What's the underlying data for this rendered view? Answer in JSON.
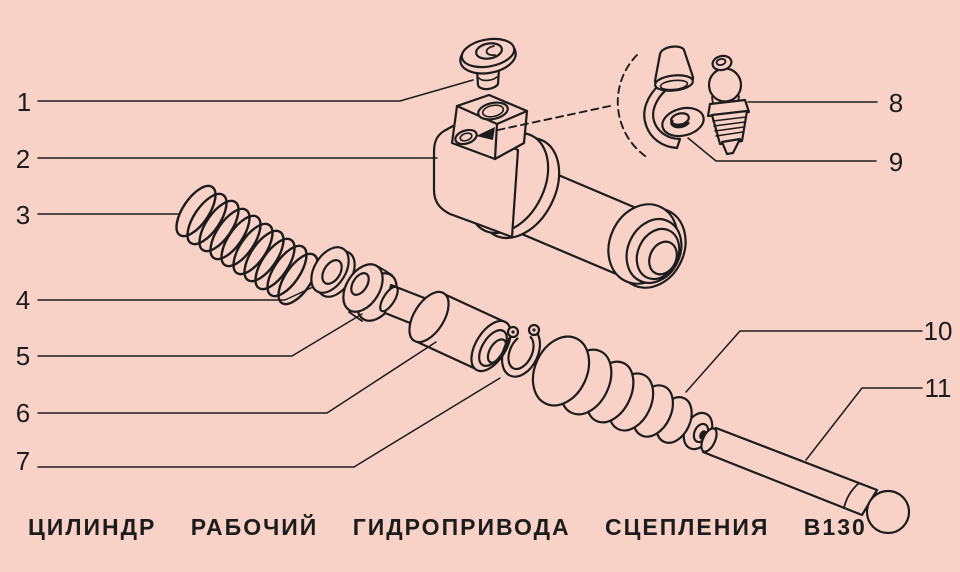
{
  "figure": {
    "caption": "ЦИЛИНДР РАБОЧИЙ ГИДРОПРИВОДА СЦЕПЛЕНИЯ В130",
    "colors": {
      "background": "#f9d2c7",
      "line": "#1c1c1c"
    },
    "callouts": [
      {
        "number": "1"
      },
      {
        "number": "2"
      },
      {
        "number": "3"
      },
      {
        "number": "4"
      },
      {
        "number": "5"
      },
      {
        "number": "6"
      },
      {
        "number": "7"
      },
      {
        "number": "8"
      },
      {
        "number": "9"
      },
      {
        "number": "10"
      },
      {
        "number": "11"
      }
    ]
  }
}
